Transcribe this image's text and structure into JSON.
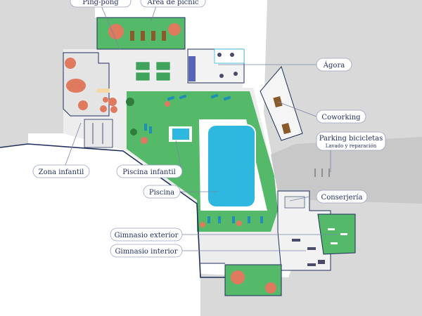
{
  "colors": {
    "background": "#ffffff",
    "surroundings": "#d9d9d9",
    "paving": "#ededed",
    "lawn": "#55b96a",
    "pool_water": "#2fb8df",
    "outline": "#1f2d5c",
    "label_text": "#1f2d5c",
    "terracotta": "#e07a5f",
    "lounger": "#1f8fb5"
  },
  "labels": {
    "ping_pong": "Ping-pong",
    "area_picnic": "Área de picnic",
    "agora": "Ágora",
    "coworking": "Coworking",
    "parking_title": "Parking bicicletas",
    "parking_sub": "Lavado y reparación",
    "zona_infantil": "Zona infantil",
    "piscina_infantil": "Piscina infantil",
    "piscina": "Piscina",
    "conserjeria": "Conserjería",
    "gimnasio_exterior": "Gimnasio exterior",
    "gimnasio_interior": "Gimnasio interior"
  }
}
